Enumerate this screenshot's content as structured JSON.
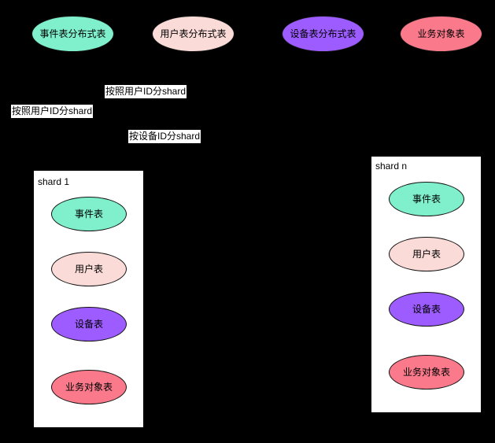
{
  "diagram": {
    "title": "sharding-distribution-diagram",
    "background_color": "#000000",
    "distributed_tables": [
      {
        "label": "事件表分布式表",
        "color": "#7ff0cb"
      },
      {
        "label": "用户表分布式表",
        "color": "#fadbd8"
      },
      {
        "label": "设备表分布式表",
        "color": "#9d5cff"
      },
      {
        "label": "业务对象表",
        "color": "#fa7a8c"
      }
    ],
    "edge_labels": [
      {
        "text": "按照用户ID分shard"
      },
      {
        "text": "按照用户ID分shard"
      },
      {
        "text": "按设备ID分shard"
      }
    ],
    "shards": [
      {
        "name": "shard 1",
        "tables": [
          {
            "label": "事件表",
            "color": "#7ff0cb"
          },
          {
            "label": "用户表",
            "color": "#fadbd8"
          },
          {
            "label": "设备表",
            "color": "#9d5cff"
          },
          {
            "label": "业务对象表",
            "color": "#fa7a8c"
          }
        ]
      },
      {
        "name": "shard n",
        "tables": [
          {
            "label": "事件表",
            "color": "#7ff0cb"
          },
          {
            "label": "用户表",
            "color": "#fadbd8"
          },
          {
            "label": "设备表",
            "color": "#9d5cff"
          },
          {
            "label": "业务对象表",
            "color": "#fa7a8c"
          }
        ]
      }
    ]
  }
}
